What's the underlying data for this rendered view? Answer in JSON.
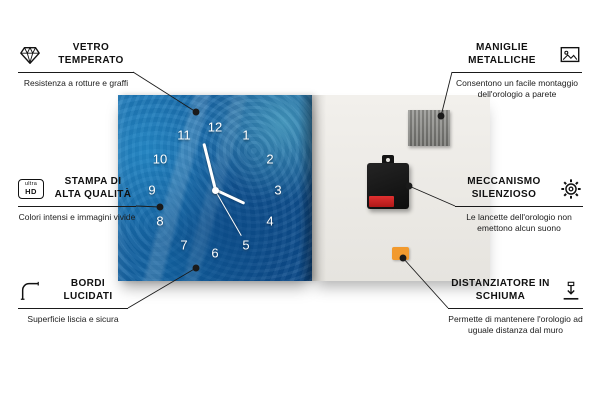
{
  "product": {
    "colors": {
      "clock_blue": "#1565a8",
      "foam_orange": "#f29a2e",
      "battery_red": "#c81e1e",
      "line_black": "#1a1a1a"
    }
  },
  "clock": {
    "numbers": [
      "12",
      "1",
      "2",
      "3",
      "4",
      "5",
      "6",
      "7",
      "8",
      "9",
      "10",
      "11"
    ]
  },
  "icons": {
    "ultra_hd_top": "ultra",
    "ultra_hd_bottom": "HD"
  },
  "callouts": {
    "left": [
      {
        "title": "Vetro temperato",
        "desc": "Resistenza a rotture e graffi"
      },
      {
        "title": "Stampa di alta qualità",
        "desc": "Colori intensi e immagini vivide"
      },
      {
        "title": "Bordi lucidati",
        "desc": "Superficie liscia e sicura"
      }
    ],
    "right": [
      {
        "title": "Maniglie metalliche",
        "desc": "Consentono un facile montaggio dell'orologio a parete"
      },
      {
        "title": "Meccanismo silenzioso",
        "desc": "Le lancette dell'orologio non emettono alcun suono"
      },
      {
        "title": "Distanziatore in schiuma",
        "desc": "Permette di mantenere l'orologio ad uguale distanza dal muro"
      }
    ]
  }
}
